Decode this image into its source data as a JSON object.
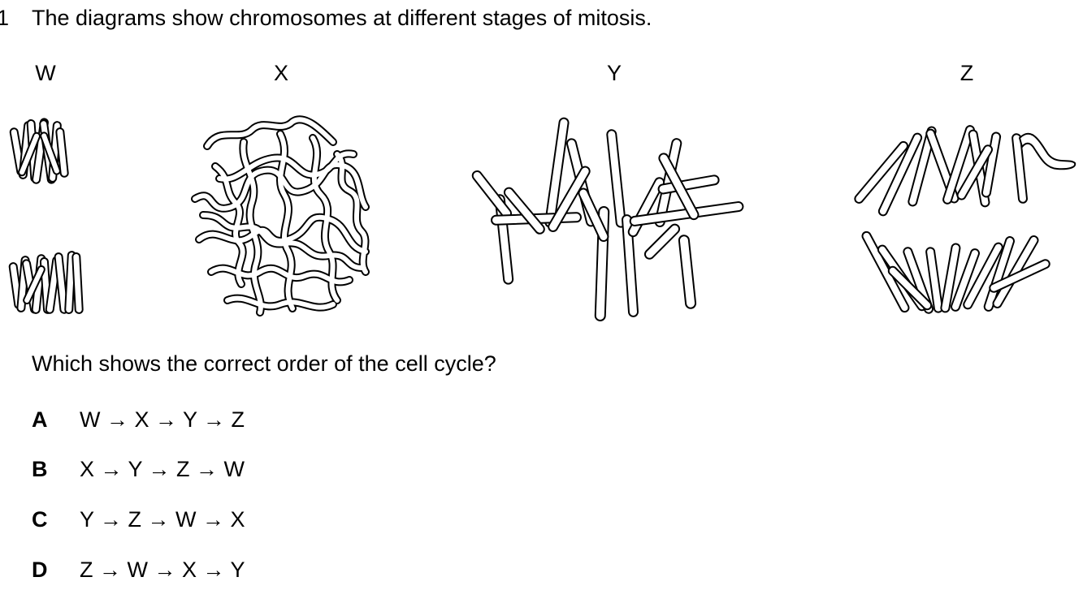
{
  "question": {
    "number": "1",
    "stem": "The diagrams show chromosomes at different stages of mitosis.",
    "prompt": "Which shows the correct order of the cell cycle?"
  },
  "diagrams": [
    {
      "label": "W"
    },
    {
      "label": "X"
    },
    {
      "label": "Y"
    },
    {
      "label": "Z"
    }
  ],
  "options": [
    {
      "letter": "A",
      "text": "W → X → Y → Z"
    },
    {
      "letter": "B",
      "text": "X → Y → Z → W"
    },
    {
      "letter": "C",
      "text": "Y → Z → W → X"
    },
    {
      "letter": "D",
      "text": "Z → W → X → Y"
    }
  ]
}
